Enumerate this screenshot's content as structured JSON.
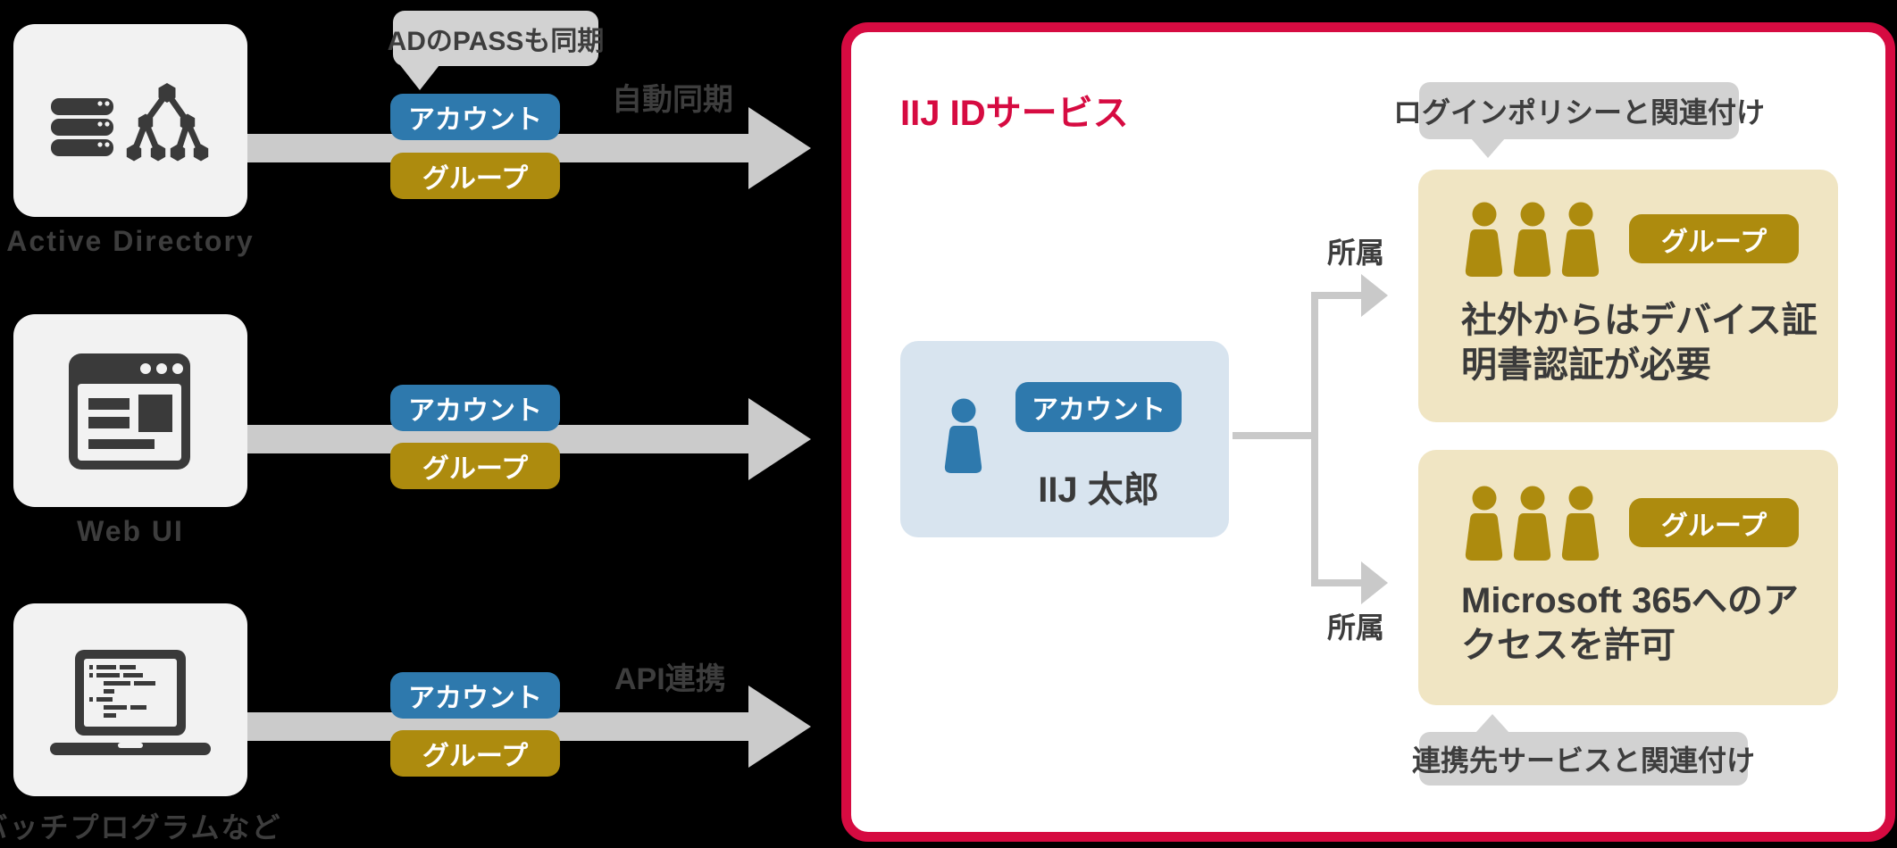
{
  "colors": {
    "background": "#000000",
    "panel": "#f2f2f2",
    "icon_dark": "#3a3a3a",
    "text_dark": "#3d3d3d",
    "arrow_gray": "#cbcbcb",
    "connector_gray": "#c9c9c9",
    "tooltip_gray": "#d2d2d2",
    "blue": "#2e79ad",
    "gold": "#ad8b0e",
    "tan": "#f0e5c3",
    "light_blue": "#d8e4ef",
    "red": "#d60b41",
    "white": "#ffffff"
  },
  "badges": {
    "account": "アカウント",
    "group": "グループ"
  },
  "sources": [
    {
      "label": "Active Directory",
      "arrow_label": "自動同期",
      "tooltip": "ADのPASSも同期"
    },
    {
      "label": "Web UI",
      "arrow_label": ""
    },
    {
      "label": "バッチプログラムなど",
      "arrow_label": "API連携"
    }
  ],
  "service": {
    "title": "IIJ IDサービス",
    "account_name": "IIJ 太郎",
    "memberships": [
      {
        "relation_label": "所属"
      },
      {
        "relation_label": "所属"
      }
    ],
    "groups": [
      {
        "tooltip": "ログインポリシーと関連付け",
        "description": "社外からはデバイス証明書認証が必要"
      },
      {
        "tooltip": "連携先サービスと関連付け",
        "description": "Microsoft 365へのアクセスを許可"
      }
    ]
  }
}
